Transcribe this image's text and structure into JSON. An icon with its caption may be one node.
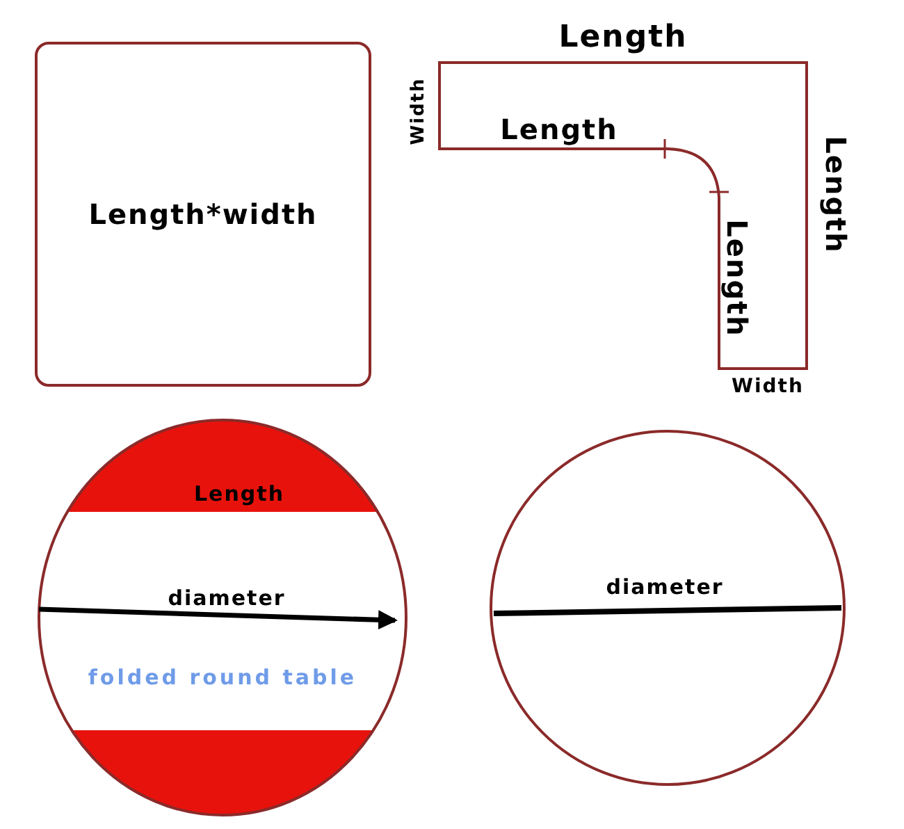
{
  "diagram": {
    "nodes": [
      {
        "text": [
          "Length*width"
        ]
      },
      {
        "text": [
          "folded round table"
        ]
      },
      {
        "text": [],
        "shape": "circle"
      }
    ],
    "edges": [],
    "labels": [
      "Length",
      "Width",
      "Length",
      "Length",
      "Length",
      "Width",
      "Length",
      "diameter",
      "diameter"
    ]
  }
}
